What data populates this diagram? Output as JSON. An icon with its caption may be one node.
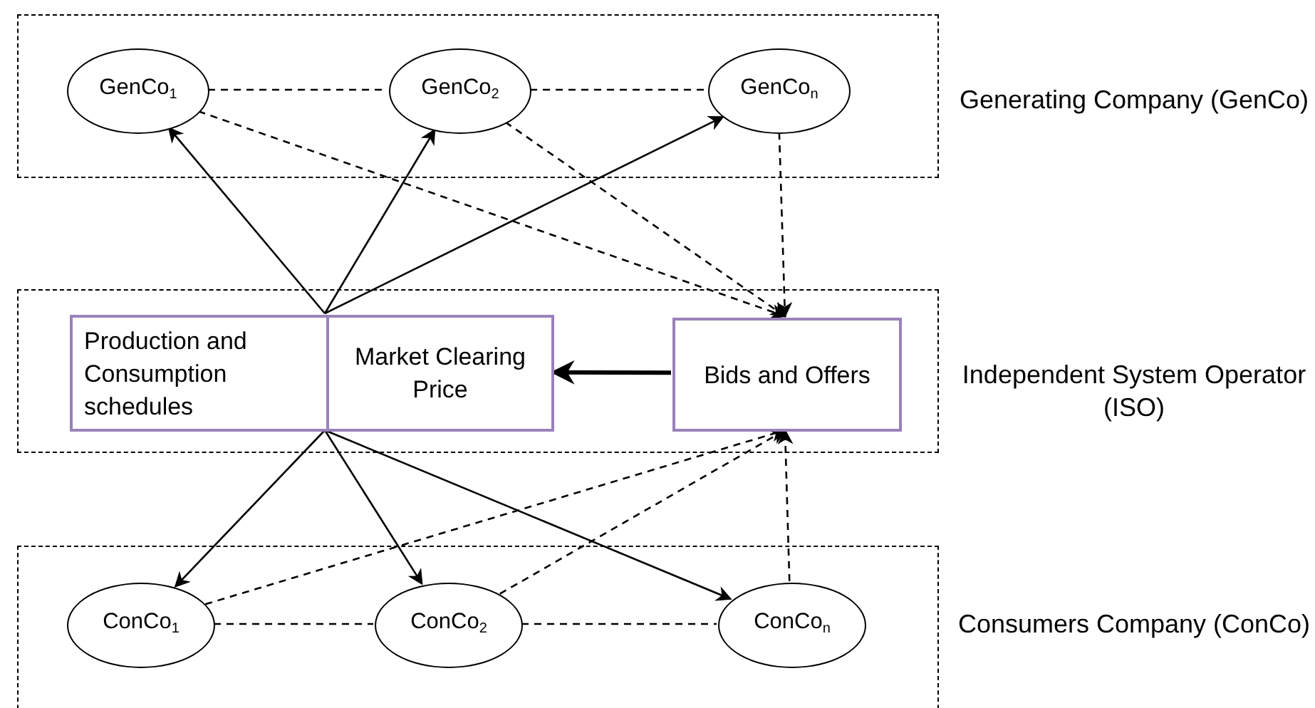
{
  "diagram": {
    "nodes": [
      {
        "text": [
          "Generating Company (GenCo)"
        ]
      },
      {
        "text": [
          "GenCo$_{1}$"
        ],
        "in": 0
      },
      {
        "text": [
          "GenCo$_{2}$"
        ],
        "in": 0
      },
      {
        "text": [
          "GenCo$_{n}$"
        ],
        "in": 0
      },
      {
        "text": [
          "Independent System Operator (ISO)"
        ]
      },
      {
        "text": [
          "Production and Consumption schedules"
        ],
        "in": 4
      },
      {
        "text": [
          "Market Clearing Price"
        ],
        "in": 4
      },
      {
        "text": [
          "Bids and Offers"
        ],
        "in": 4
      },
      {
        "text": [
          "Consumers Company (ConCo)"
        ]
      },
      {
        "text": [
          "ConCo$_{1}$"
        ],
        "in": 8
      },
      {
        "text": [
          "ConCo$_{2}$"
        ],
        "in": 8
      },
      {
        "text": [
          "ConCo$_{n}$"
        ],
        "in": 8
      }
    ],
    "edges": [
      {
        "from": 1,
        "to": 2,
        "arrow": "none",
        "style": "dashed"
      },
      {
        "from": 2,
        "to": 3,
        "arrow": "none",
        "style": "dashed"
      },
      {
        "from": 5,
        "to": 1,
        "arrow": "to"
      },
      {
        "from": 5,
        "to": 2,
        "arrow": "to"
      },
      {
        "from": 5,
        "to": 3,
        "arrow": "to"
      },
      {
        "from": 1,
        "to": 7,
        "arrow": "to",
        "style": "dashed"
      },
      {
        "from": 2,
        "to": 7,
        "arrow": "to",
        "style": "dashed"
      },
      {
        "from": 3,
        "to": 7,
        "arrow": "to",
        "style": "dashed"
      },
      {
        "from": 7,
        "to": 6,
        "arrow": "to",
        "style": "thick"
      },
      {
        "from": 5,
        "to": 9,
        "arrow": "to"
      },
      {
        "from": 5,
        "to": 10,
        "arrow": "to"
      },
      {
        "from": 5,
        "to": 11,
        "arrow": "to"
      },
      {
        "from": 9,
        "to": 7,
        "arrow": "to",
        "style": "dashed"
      },
      {
        "from": 10,
        "to": 7,
        "arrow": "to",
        "style": "dashed"
      },
      {
        "from": 11,
        "to": 7,
        "arrow": "to",
        "style": "dashed"
      },
      {
        "from": 9,
        "to": 10,
        "arrow": "none",
        "style": "dashed"
      },
      {
        "from": 10,
        "to": 11,
        "arrow": "none",
        "style": "dashed"
      }
    ]
  }
}
